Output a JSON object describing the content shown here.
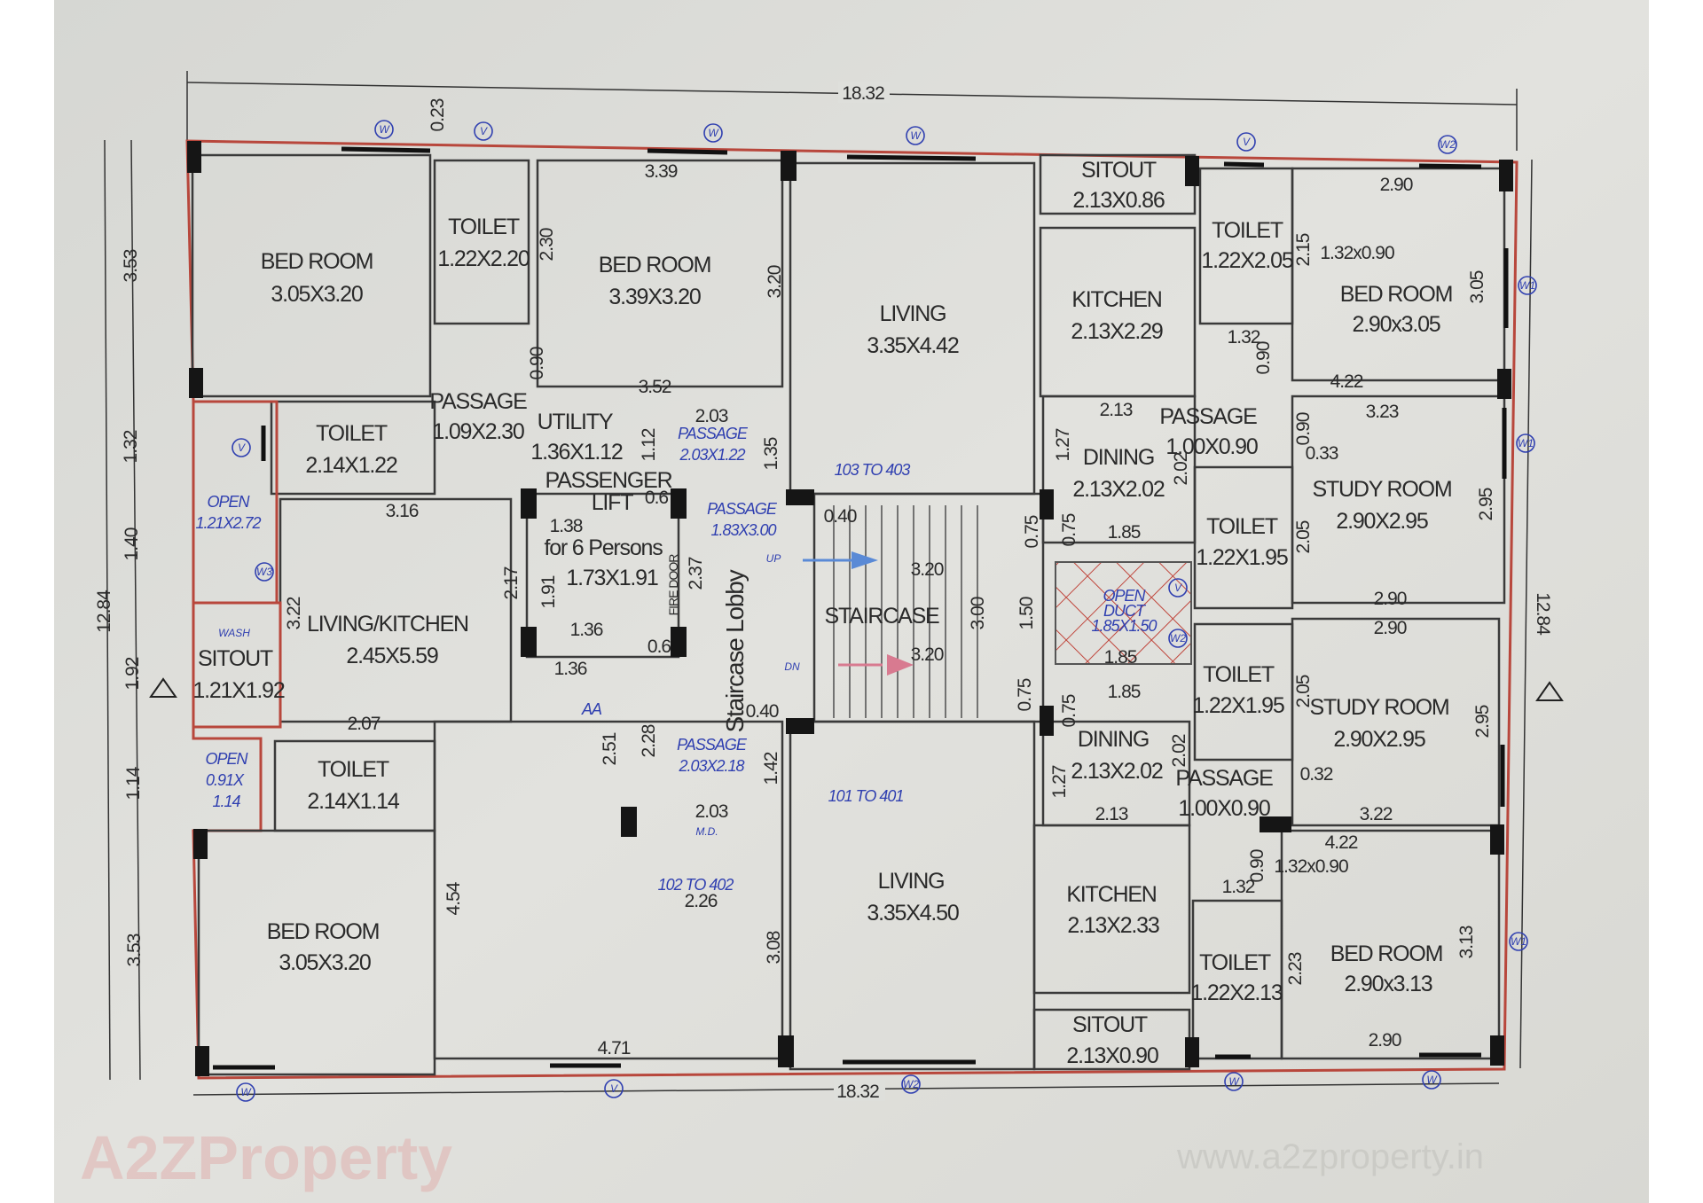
{
  "rooms": [
    {
      "lines": [
        "BED ROOM",
        "3.05X3.20"
      ]
    },
    {
      "lines": [
        "TOILET",
        "1.22X2.20"
      ]
    },
    {
      "lines": [
        "BED ROOM",
        "3.39X3.20"
      ]
    },
    {
      "lines": [
        "LIVING",
        "3.35X4.42"
      ]
    },
    {
      "lines": [
        "SITOUT",
        "2.13X0.86"
      ]
    },
    {
      "lines": [
        "KITCHEN",
        "2.13X2.29"
      ]
    },
    {
      "lines": [
        "TOILET",
        "1.22X2.05"
      ]
    },
    {
      "lines": [
        "BED ROOM",
        "2.90x3.05"
      ]
    },
    {
      "lines": [
        "TOILET",
        "2.14X1.22"
      ]
    },
    {
      "lines": [
        "PASSAGE",
        "1.09X2.30"
      ]
    },
    {
      "lines": [
        "UTILITY",
        "1.36X1.12"
      ]
    },
    {
      "lines": [
        "PASSENGER",
        "LIFT",
        "for 6 Persons",
        "1.73X1.91"
      ]
    },
    {
      "lines": [
        "DINING",
        "2.13X2.02"
      ]
    },
    {
      "lines": [
        "PASSAGE",
        "1.00X0.90"
      ]
    },
    {
      "lines": [
        "STUDY ROOM",
        "2.90X2.95"
      ]
    },
    {
      "lines": [
        "TOILET",
        "1.22X1.95"
      ]
    },
    {
      "lines": [
        "STAIRCASE"
      ]
    },
    {
      "lines": [
        "TOILET",
        "1.22X1.95"
      ]
    },
    {
      "lines": [
        "STUDY ROOM",
        "2.90X2.95"
      ]
    },
    {
      "lines": [
        "LIVING/KITCHEN",
        "2.45X5.59"
      ]
    },
    {
      "lines": [
        "SITOUT",
        "1.21X1.92"
      ]
    },
    {
      "lines": [
        "TOILET",
        "2.14X1.14"
      ]
    },
    {
      "lines": [
        "DINING",
        "2.13X2.02"
      ]
    },
    {
      "lines": [
        "PASSAGE",
        "1.00X0.90"
      ]
    },
    {
      "lines": [
        "BED ROOM",
        "3.05X3.20"
      ]
    },
    {
      "lines": [
        "LIVING",
        "3.35X4.50"
      ]
    },
    {
      "lines": [
        "KITCHEN",
        "2.13X2.33"
      ]
    },
    {
      "lines": [
        "SITOUT",
        "2.13X0.90"
      ]
    },
    {
      "lines": [
        "TOILET",
        "1.22X2.13"
      ]
    },
    {
      "lines": [
        "BED ROOM",
        "2.90x3.13"
      ]
    },
    {
      "lines": [
        "Staircase Lobby"
      ]
    }
  ],
  "blue_labels": [
    {
      "lines": [
        "OPEN",
        "1.21X2.72"
      ]
    },
    {
      "lines": [
        "PASSAGE",
        "2.03X1.22"
      ]
    },
    {
      "lines": [
        "PASSAGE",
        "1.83X3.00"
      ]
    },
    {
      "lines": [
        "103 TO 403"
      ]
    },
    {
      "lines": [
        "OPEN",
        "DUCT",
        "1.85X1.50"
      ]
    },
    {
      "lines": [
        "OPEN",
        "0.91X",
        "1.14"
      ]
    },
    {
      "lines": [
        "PASSAGE",
        "2.03X2.18"
      ]
    },
    {
      "lines": [
        "101 TO 401"
      ]
    },
    {
      "lines": [
        "102 TO 402"
      ]
    },
    {
      "lines": [
        "AA"
      ]
    }
  ],
  "small_labels": {
    "wash": "WASH",
    "up": "UP",
    "dn": "DN",
    "fire_door": "FIRE DOOR",
    "md": "M.D."
  },
  "overall": {
    "width_top": "18.32",
    "width_bottom": "18.32",
    "height_left": "12.84",
    "height_right": "12.84",
    "top_offset": "0.23"
  },
  "left_dims": [
    "3.53",
    "1.32",
    "1.40",
    "1.92",
    "1.14",
    "3.53"
  ],
  "dims": [
    "3.39",
    "2.30",
    "3.20",
    "0.90",
    "3.52",
    "2.03",
    "1.12",
    "1.35",
    "3.16",
    "1.38",
    "0.6",
    "0.40",
    "2.17",
    "1.91",
    "2.37",
    "1.36",
    "0.6",
    "1.36",
    "3.22",
    "2.07",
    "3.20",
    "3.20",
    "3.00",
    "1.50",
    "0.75",
    "0.75",
    "0.75",
    "0.75",
    "1.85",
    "1.85",
    "1.85",
    "0.40",
    "2.51",
    "2.28",
    "1.42",
    "2.03",
    "4.54",
    "3.08",
    "4.71",
    "2.26",
    "2.90",
    "2.15",
    "3.05",
    "1.32",
    "0.90",
    "4.22",
    "2.13",
    "1.27",
    "3.23",
    "0.90",
    "0.33",
    "2.02",
    "2.95",
    "2.05",
    "2.90",
    "2.90",
    "2.05",
    "2.95",
    "0.32",
    "2.02",
    "1.27",
    "2.13",
    "3.22",
    "4.22",
    "0.90",
    "1.32",
    "2.23",
    "3.13",
    "2.90",
    "1.32x0.90",
    "1.32x0.90"
  ],
  "markers": [
    "W",
    "V",
    "W",
    "W",
    "V",
    "W2",
    "V",
    "W3",
    "W",
    "V",
    "W2",
    "W",
    "W",
    "V",
    "W2",
    "W1",
    "W1",
    "W1"
  ],
  "watermark": {
    "logo": "A2ZProperty",
    "url": "www.a2zproperty.in"
  },
  "colors": {
    "screen": "#dcdcd6",
    "outline": "#b8473c",
    "wall": "#3a3a3a",
    "annotation": "#2f3fb0",
    "duct_hatch": "#c0463c"
  }
}
